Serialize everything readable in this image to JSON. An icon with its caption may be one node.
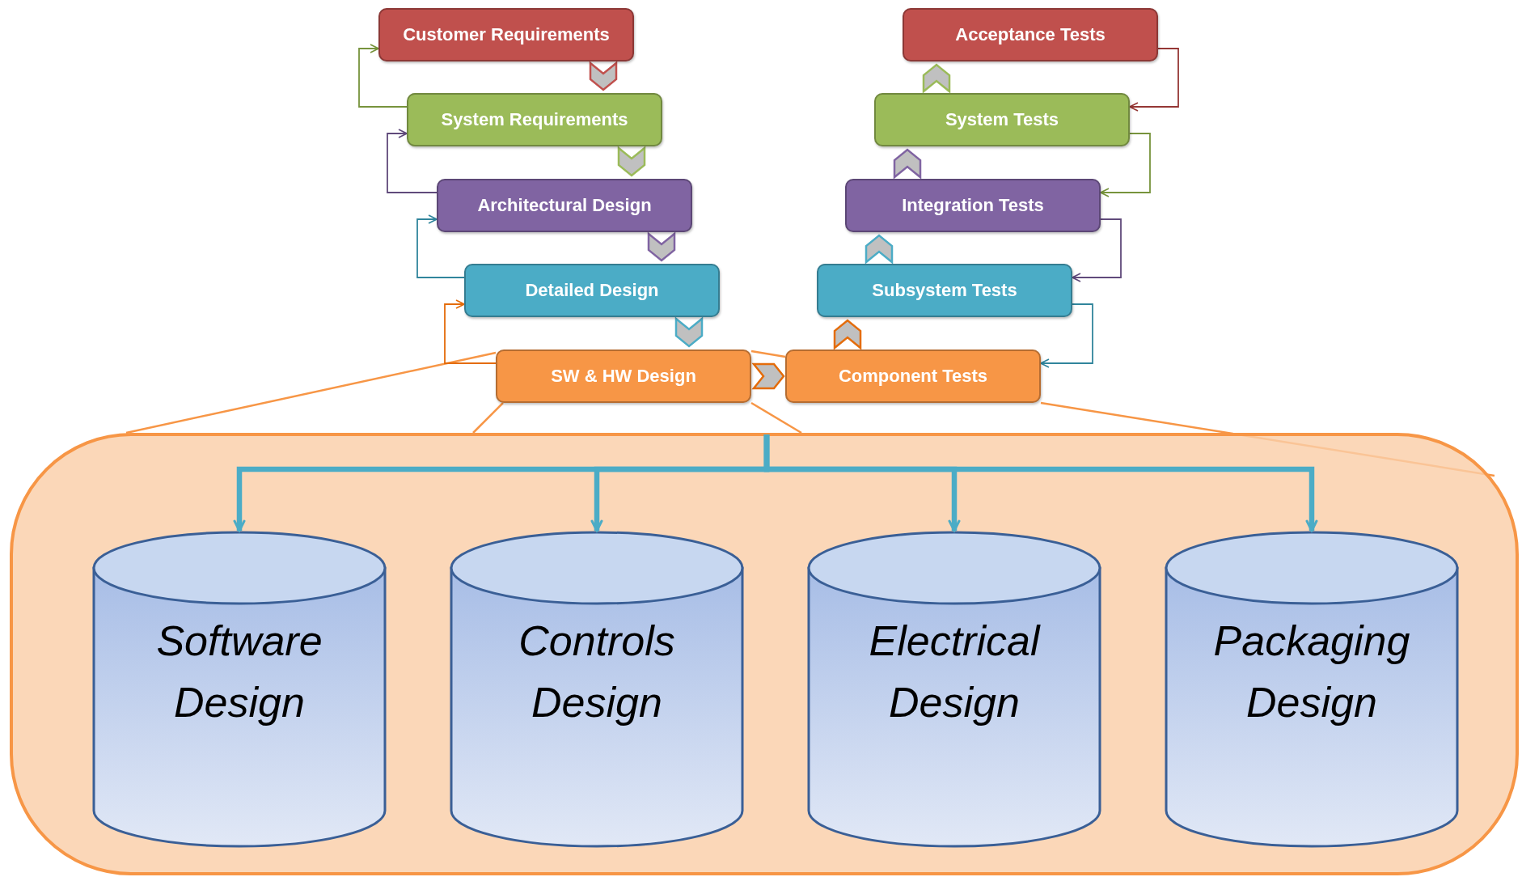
{
  "diagram": {
    "nodes": [
      {
        "text": [
          "Customer Requirements"
        ]
      },
      {
        "text": [
          "System Requirements"
        ]
      },
      {
        "text": [
          "Architectural Design"
        ]
      },
      {
        "text": [
          "Detailed Design"
        ]
      },
      {
        "text": [
          "SW & HW Design"
        ]
      },
      {
        "text": [
          "Acceptance Tests"
        ]
      },
      {
        "text": [
          "System Tests"
        ]
      },
      {
        "text": [
          "Integration Tests"
        ]
      },
      {
        "text": [
          "Subsystem Tests"
        ]
      },
      {
        "text": [
          "Component Tests"
        ]
      },
      {
        "text": [],
        "shape": "box"
      },
      {
        "text": [
          "Software Design"
        ],
        "in": 10
      },
      {
        "text": [
          "Controls Design"
        ],
        "in": 10
      },
      {
        "text": [
          "Electrical Design"
        ],
        "in": 10
      },
      {
        "text": [
          "Packaging Design"
        ],
        "in": 10
      }
    ],
    "edges": [
      {
        "from": 0,
        "to": 1,
        "arrow": "to",
        "color": "#c0504d"
      },
      {
        "from": 1,
        "to": 2,
        "arrow": "to",
        "color": "#9bbb59"
      },
      {
        "from": 2,
        "to": 3,
        "arrow": "to",
        "color": "#8064a2"
      },
      {
        "from": 3,
        "to": 4,
        "arrow": "to",
        "color": "#4bacc6"
      },
      {
        "from": 4,
        "to": 9,
        "arrow": "to",
        "color": "#e46c0a"
      },
      {
        "from": 9,
        "to": 8,
        "arrow": "to",
        "color": "#e46c0a"
      },
      {
        "from": 8,
        "to": 7,
        "arrow": "to",
        "color": "#4bacc6"
      },
      {
        "from": 7,
        "to": 6,
        "arrow": "to",
        "color": "#8064a2"
      },
      {
        "from": 6,
        "to": 5,
        "arrow": "to",
        "color": "#9bbb59"
      },
      {
        "from": 1,
        "to": 0,
        "arrow": "to",
        "color": "#77933c"
      },
      {
        "from": 2,
        "to": 1,
        "arrow": "to",
        "color": "#604a7b"
      },
      {
        "from": 3,
        "to": 2,
        "arrow": "to",
        "color": "#31859c"
      },
      {
        "from": 4,
        "to": 3,
        "arrow": "to",
        "color": "#e46c0a"
      },
      {
        "from": 5,
        "to": 6,
        "arrow": "to",
        "color": "#953735"
      },
      {
        "from": 6,
        "to": 7,
        "arrow": "to",
        "color": "#77933c"
      },
      {
        "from": 7,
        "to": 8,
        "arrow": "to",
        "color": "#604a7b"
      },
      {
        "from": 8,
        "to": 9,
        "arrow": "to",
        "color": "#31859c"
      },
      {
        "from": 4,
        "to": 10,
        "arrow": "none",
        "color": "#f79646"
      },
      {
        "from": 4,
        "to": 10,
        "arrow": "none",
        "color": "#f79646"
      },
      {
        "from": 4,
        "to": 9,
        "arrow": "none",
        "color": "#f79646"
      },
      {
        "from": 4,
        "to": 10,
        "arrow": "none",
        "color": "#f79646"
      },
      {
        "from": 9,
        "to": 10,
        "arrow": "none",
        "color": "#f79646"
      },
      {
        "from": 10,
        "to": 11,
        "arrow": "to",
        "style": "thick",
        "color": "#4bacc6"
      },
      {
        "from": 10,
        "to": 12,
        "arrow": "to",
        "style": "thick",
        "color": "#4bacc6"
      },
      {
        "from": 10,
        "to": 13,
        "arrow": "to",
        "style": "thick",
        "color": "#4bacc6"
      },
      {
        "from": 10,
        "to": 14,
        "arrow": "to",
        "style": "thick",
        "color": "#4bacc6"
      }
    ]
  }
}
